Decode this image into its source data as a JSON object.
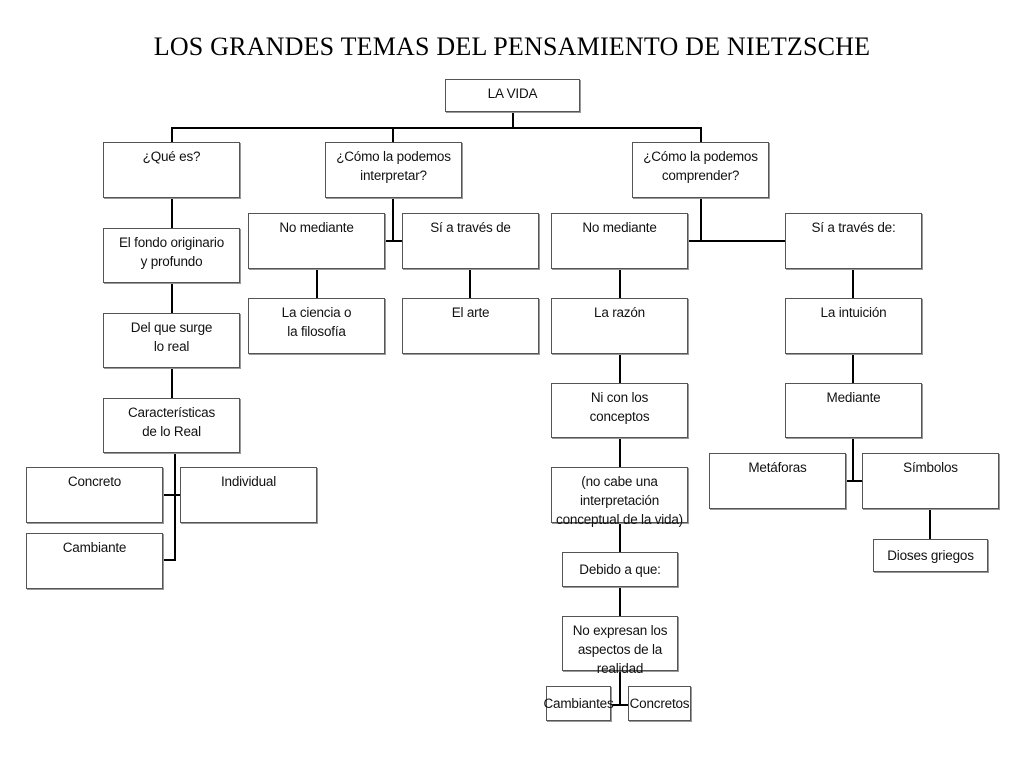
{
  "title": "LOS GRANDES TEMAS DEL PENSAMIENTO DE NIETZSCHE",
  "nodes": {
    "la_vida": "LA VIDA",
    "que_es": "¿Qué es?",
    "como_interpretar": "¿Cómo la podemos\ninterpretar?",
    "como_comprender": "¿Cómo la podemos\ncomprender?",
    "fondo": "El fondo originario\ny profundo",
    "del_que_surge": "Del que surge\nlo real",
    "caracteristicas": "Características\nde lo Real",
    "concreto": "Concreto",
    "individual": "Individual",
    "cambiante": "Cambiante",
    "no_mediante_1": "No mediante",
    "si_traves_1": "Sí a través de",
    "ciencia": "La ciencia o\nla filosofía",
    "arte": "El arte",
    "no_mediante_2": "No mediante",
    "si_traves_2": "Sí a través de:",
    "razon": "La razón",
    "intuicion": "La intuición",
    "ni_conceptos": "Ni con los\nconceptos",
    "mediante": "Mediante",
    "no_cabe": "(no cabe una interpretación\nconceptual de la vida)",
    "metaforas": "Metáforas",
    "simbolos": "Símbolos",
    "dioses": "Dioses griegos",
    "debido": "Debido a que:",
    "no_expresan": "No expresan los\naspectos de la realidad",
    "cambiantes": "Cambiantes",
    "concretos": "Concretos"
  }
}
